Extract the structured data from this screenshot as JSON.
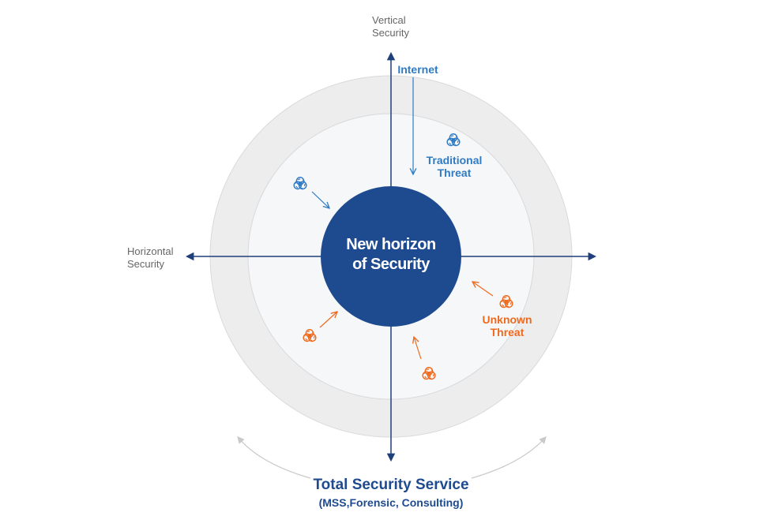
{
  "diagram": {
    "vertical_axis_label": "Vertical\nSecurity",
    "horizontal_axis_label": "Horizontal\nSecurity",
    "internet_label": "Internet",
    "traditional_threat_label": "Traditional\nThreat",
    "unknown_threat_label": "Unknown\nThreat",
    "center_title": "New horizon\nof Security",
    "footer_title": "Total Security Service",
    "footer_subtitle": "(MSS,Forensic, Consulting)"
  },
  "colors": {
    "core": "#1e4b8f",
    "axis": "#1e3f7a",
    "traditional": "#2f7bc4",
    "unknown": "#ef6a1e",
    "outer_ring": "#ededee",
    "inner_ring": "#f6f7f9",
    "ring_stroke": "#d8d9dc",
    "service_arc": "#c9c9c9"
  },
  "icons": {
    "threat": "biohazard-icon"
  }
}
